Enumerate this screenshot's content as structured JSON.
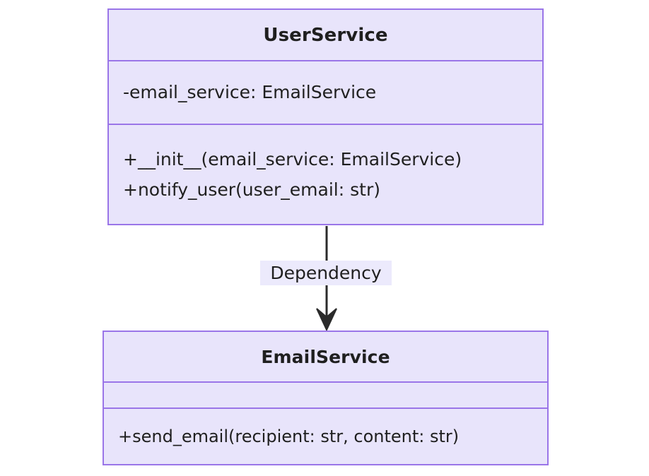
{
  "diagram": {
    "type": "uml-class-diagram",
    "background_color": "#ffffff",
    "class_fill_color": "#e8e4fb",
    "class_border_color": "#9a75e8",
    "edge_color": "#2b2b2b",
    "text_color": "#1f1f1f",
    "classes": [
      {
        "id": "user-service",
        "name": "UserService",
        "attributes": [
          "-email_service: EmailService"
        ],
        "methods": [
          "+__init__(email_service: EmailService)",
          "+notify_user(user_email: str)"
        ]
      },
      {
        "id": "email-service",
        "name": "EmailService",
        "attributes": [],
        "methods": [
          "+send_email(recipient: str, content: str)"
        ]
      }
    ],
    "relationships": [
      {
        "id": "dependency-edge",
        "label": "Dependency",
        "from": "UserService",
        "to": "EmailService",
        "arrow": "open-arrowhead",
        "direction": "down"
      }
    ]
  }
}
